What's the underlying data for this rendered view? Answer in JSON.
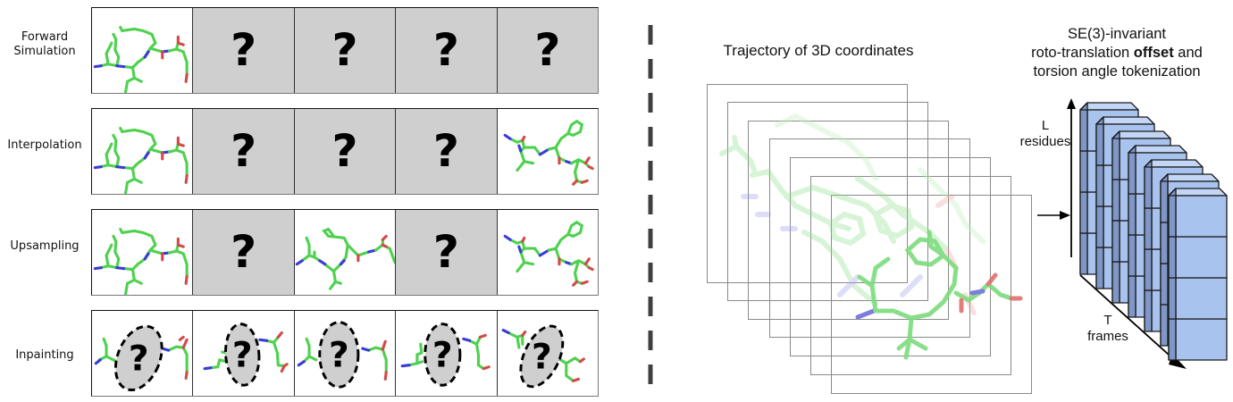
{
  "left_panel": {
    "rows": [
      {
        "label_line1": "Forward",
        "label_line2": "Simulation",
        "cells": [
          "structure",
          "masked",
          "masked",
          "masked",
          "masked"
        ]
      },
      {
        "label_line1": "Interpolation",
        "label_line2": "",
        "cells": [
          "structure",
          "masked",
          "masked",
          "masked",
          "structure_end"
        ]
      },
      {
        "label_line1": "Upsampling",
        "label_line2": "",
        "cells": [
          "structure",
          "masked",
          "structure_mid",
          "masked",
          "structure_end"
        ]
      },
      {
        "label_line1": "Inpainting",
        "label_line2": "",
        "cells": [
          "inpaint",
          "inpaint",
          "inpaint",
          "inpaint",
          "inpaint"
        ]
      }
    ],
    "mask_symbol": "?"
  },
  "divider": {
    "style": "dashed",
    "color": "#3f3f3f"
  },
  "middle_panel": {
    "title": "Trajectory of 3D coordinates",
    "frame_count": 7
  },
  "right_panel": {
    "title_line1": "SE(3)-invariant",
    "title_line2_pre": "roto-translation ",
    "title_line2_bold": "offset",
    "title_line2_post": " and",
    "title_line3": "torsion angle tokenization",
    "l_axis_line1": "L",
    "l_axis_line2": "residues",
    "t_axis_line1": "T",
    "t_axis_line2": "frames",
    "grid": {
      "columns_T": 7,
      "rows_L": 4
    }
  },
  "colors": {
    "carbon": "#4fd14f",
    "nitrogen": "#3b3bd6",
    "oxygen": "#d24a4a",
    "mask_fill": "#cfcfcf",
    "cube_front": "#a9c3ef",
    "cube_side": "#7f97c6",
    "cube_top": "#c3d6f5",
    "cube_edge": "#1a1a1a"
  }
}
